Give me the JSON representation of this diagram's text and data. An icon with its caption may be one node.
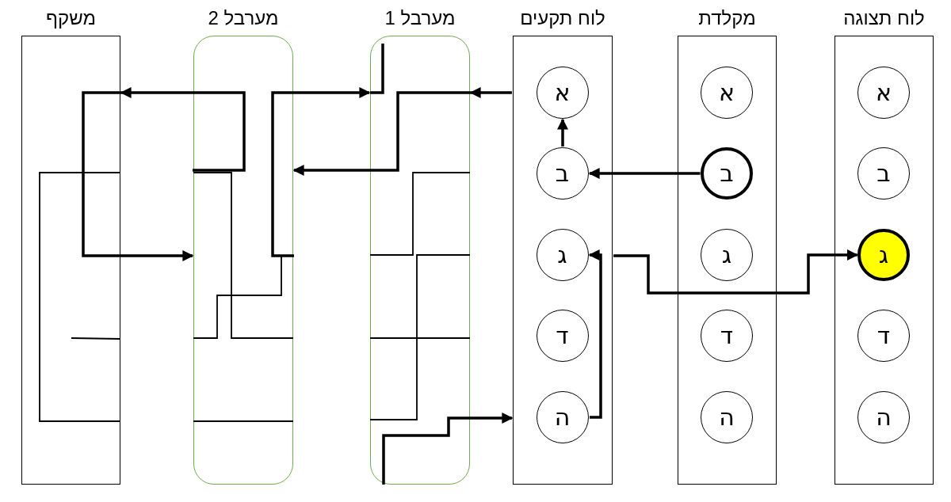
{
  "diagram": {
    "nodes": [
      {
        "text": [
          "משקף"
        ]
      },
      {
        "text": [
          "מערבל 2"
        ]
      },
      {
        "text": [
          "מערבל 1"
        ]
      },
      {
        "text": [
          "לוח תקעים"
        ]
      },
      {
        "text": [
          "א"
        ],
        "in": 3
      },
      {
        "text": [
          "ב"
        ],
        "in": 3
      },
      {
        "text": [
          "ג"
        ],
        "in": 3
      },
      {
        "text": [
          "ד"
        ],
        "in": 3
      },
      {
        "text": [
          "ה"
        ],
        "in": 3
      },
      {
        "text": [
          "מקלדת"
        ]
      },
      {
        "text": [
          "א"
        ],
        "in": 9
      },
      {
        "text": [
          "ב"
        ],
        "in": 9
      },
      {
        "text": [
          "ג"
        ],
        "in": 9
      },
      {
        "text": [
          "ד"
        ],
        "in": 9
      },
      {
        "text": [
          "ה"
        ],
        "in": 9
      },
      {
        "text": [
          "לוח תצוגה"
        ]
      },
      {
        "text": [
          "א"
        ],
        "in": 15
      },
      {
        "text": [
          "ב"
        ],
        "in": 15
      },
      {
        "text": [
          "ג"
        ],
        "in": 15
      },
      {
        "text": [
          "ד"
        ],
        "in": 15
      },
      {
        "text": [
          "ה"
        ],
        "in": 15
      }
    ],
    "edges": [
      {
        "from": 11,
        "to": 5,
        "arrow": "to"
      },
      {
        "from": 5,
        "to": 4,
        "arrow": "to"
      },
      {
        "from": 3,
        "to": 2,
        "arrow": "to"
      },
      {
        "from": 2,
        "to": 1,
        "arrow": "to"
      },
      {
        "from": 1,
        "to": 0,
        "arrow": "to"
      },
      {
        "from": 0,
        "to": 1,
        "arrow": "to"
      },
      {
        "from": 1,
        "to": 2,
        "arrow": "to"
      },
      {
        "from": 2,
        "to": 3,
        "arrow": "to"
      },
      {
        "from": 8,
        "to": 6,
        "arrow": "to"
      },
      {
        "from": 3,
        "to": 18,
        "arrow": "to"
      }
    ]
  }
}
